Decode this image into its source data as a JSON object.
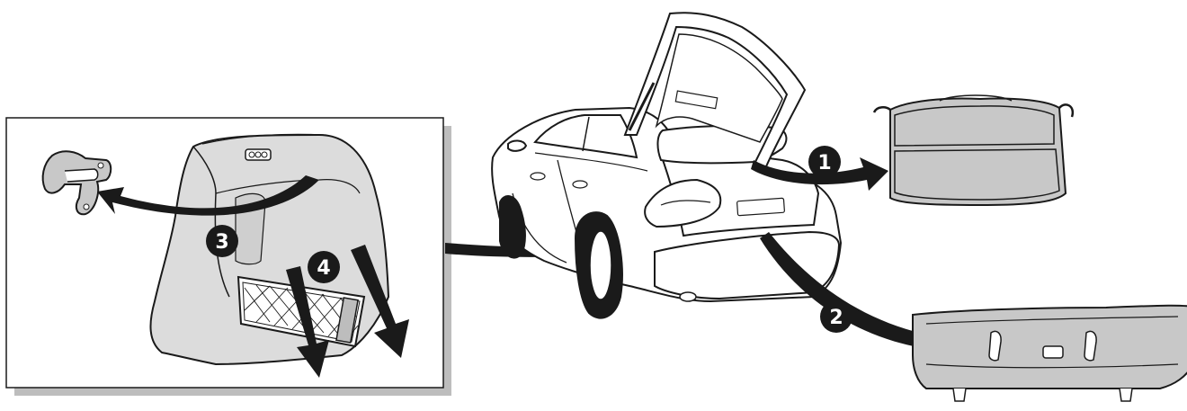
{
  "colors": {
    "line": "#1a1a1a",
    "fill_part": "#c8c8c8",
    "fill_light": "#dcdcdc",
    "callout_bg": "#1a1a1a",
    "callout_text": "#ffffff",
    "frame_shadow": "#bdbdbd"
  },
  "callouts": {
    "c1": "1",
    "c2": "2",
    "c3": "3",
    "c4": "4"
  }
}
